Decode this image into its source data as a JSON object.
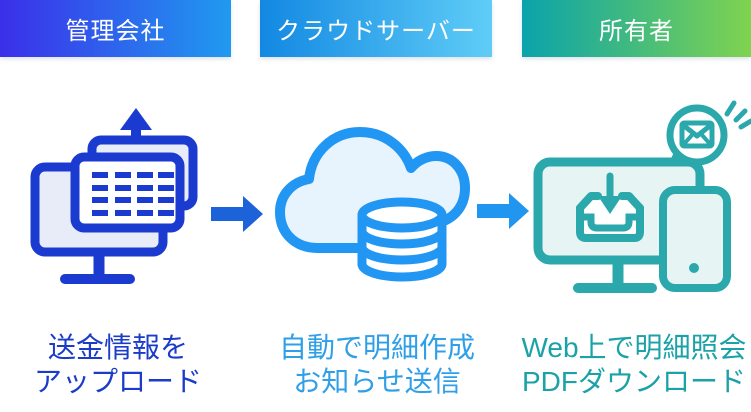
{
  "diagram": {
    "title": "remittance-statement-flow",
    "columns": [
      {
        "header": {
          "label": "管理会社",
          "gradient_from": "#3b2fe9",
          "gradient_to": "#209af0"
        },
        "icon": "computer-upload-icon",
        "caption": {
          "line1": "送金情報を",
          "line2": "アップロード",
          "color": "#1b3cc9"
        }
      },
      {
        "header": {
          "label": "クラウドサーバー",
          "gradient_from": "#1288e2",
          "gradient_to": "#5fcdf7"
        },
        "icon": "cloud-database-icon",
        "caption": {
          "line1": "自動で明細作成",
          "line2": "お知らせ送信",
          "color": "#2f9fe8"
        }
      },
      {
        "header": {
          "label": "所有者",
          "gradient_from": "#0aa3ab",
          "gradient_to": "#7fd34f"
        },
        "icon": "monitor-phone-mail-icon",
        "caption": {
          "line1": "Web上で明細照会",
          "line2": "PDFダウンロード",
          "color": "#1ba2a7"
        }
      }
    ],
    "arrows": [
      {
        "name": "flow-arrow-1",
        "color": "#1c62d9"
      },
      {
        "name": "flow-arrow-2",
        "color": "#2196f0"
      }
    ],
    "icon_palette": {
      "blue_stroke": "#1b3bd0",
      "blue_fill": "#e8ecf8",
      "cloud_stroke": "#2196f3",
      "cloud_fill": "#e7f3fd",
      "teal_stroke": "#2aa8ac",
      "teal_fill": "#e6f5f4"
    }
  }
}
